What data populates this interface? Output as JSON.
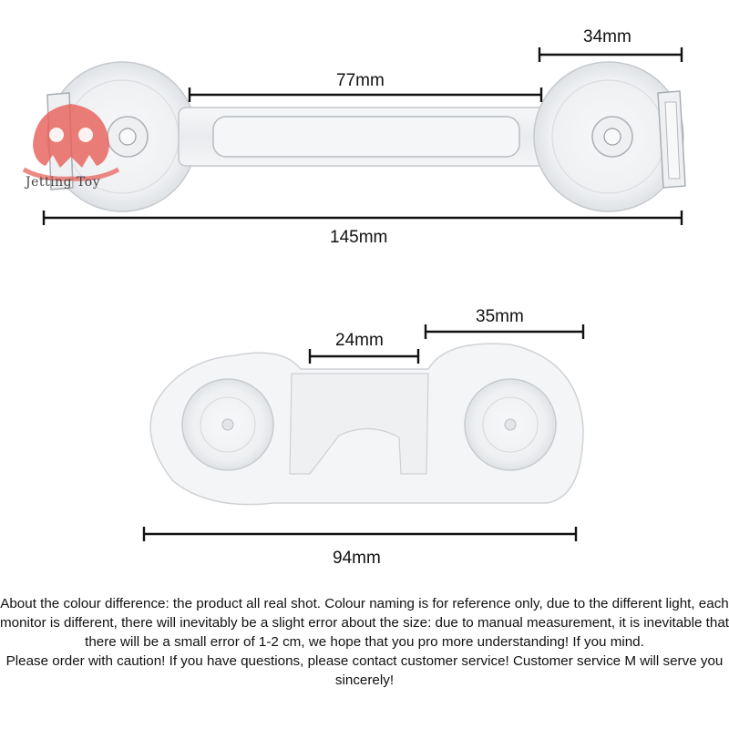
{
  "dimensions": {
    "top_left_width": "34mm",
    "top_bar_length": "77mm",
    "top_total_length": "145mm",
    "bottom_gap": "24mm",
    "bottom_cup_width": "35mm",
    "bottom_total_length": "94mm"
  },
  "watermark": {
    "text": "Jetting Toy"
  },
  "disclaimer": {
    "paragraph_1": "About the colour difference: the product all real shot. Colour naming is for reference only, due to the different light, each monitor is different, there will inevitably be a slight error about the size: due to manual measurement, it is inevitable that there will be a small error of 1-2 cm, we hope that you pro more understanding! If you mind.",
    "paragraph_2": "Please order with caution! If you have questions, please contact customer service! Customer service M will serve you sincerely!"
  },
  "colors": {
    "line": "#111111",
    "plastic_edge": "#c9ccd0",
    "plastic_fill": "#f3f4f6",
    "watermark_red": "#e8615c"
  }
}
